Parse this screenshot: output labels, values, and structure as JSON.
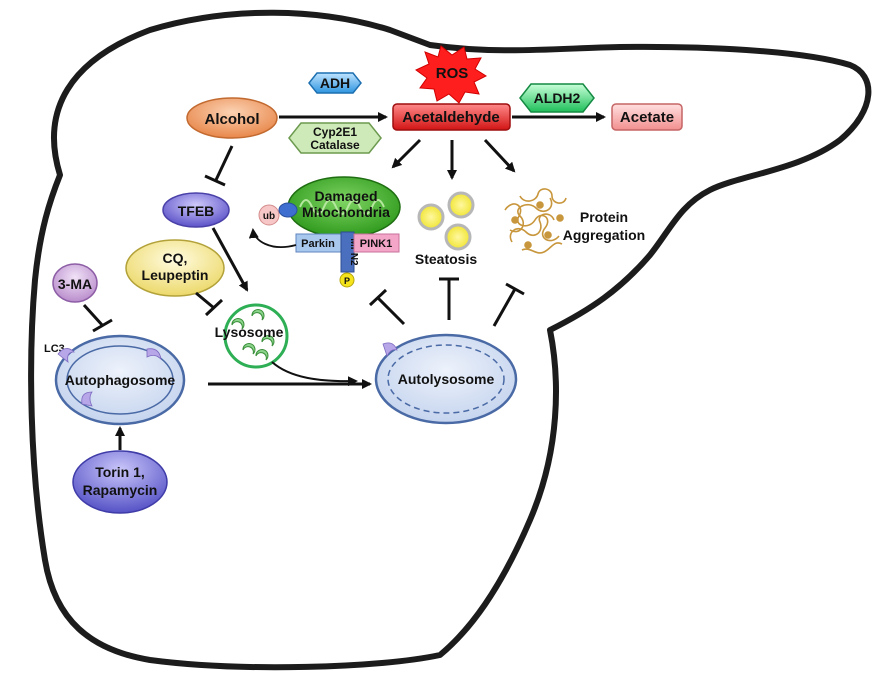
{
  "labels": {
    "ros": "ROS",
    "adh": "ADH",
    "alcohol": "Alcohol",
    "acetaldehyde": "Acetaldehyde",
    "aldh2": "ALDH2",
    "acetate": "Acetate",
    "cyp_line1": "Cyp2E1",
    "cyp_line2": "Catalase",
    "tfeb": "TFEB",
    "damaged_line1": "Damaged",
    "damaged_line2": "Mitochondria",
    "ub": "ub",
    "parkin": "Parkin",
    "mfn2": "MFN2",
    "pink1": "PINK1",
    "p": "P",
    "steatosis": "Steatosis",
    "protein_line1": "Protein",
    "protein_line2": "Aggregation",
    "three_ma": "3-MA",
    "cq_line1": "CQ,",
    "cq_line2": "Leupeptin",
    "lysosome": "Lysosome",
    "lc3": "LC3",
    "autophagosome": "Autophagosome",
    "autolysosome": "Autolysosome",
    "torin_line1": "Torin 1,",
    "torin_line2": "Rapamycin"
  },
  "colors": {
    "alcohol": "#e8874a",
    "adh": "#3aa3e8",
    "cyp": "#bfe3a6",
    "acetaldehyde": "#e52b2b",
    "aldh2": "#2bd36b",
    "acetate": "#f7a5a5",
    "ros": "#ff2020",
    "tfeb": "#7a6fd8",
    "mitochondria": "#4caf2e",
    "parkin": "#a9c8ee",
    "mfn2": "#4a6fbf",
    "pink1": "#f4a6c8",
    "phospho": "#f5e31c",
    "ub": "#f6c4c4",
    "lipid": "#f2ea36",
    "protein": "#d4a64a",
    "three_ma": "#c9a5d8",
    "cq": "#f7ec9a",
    "lysosome": "#2eaf55",
    "vesicle": "#d6e2f4",
    "torin": "#6d6ad3",
    "liver_outline": "#222222"
  }
}
